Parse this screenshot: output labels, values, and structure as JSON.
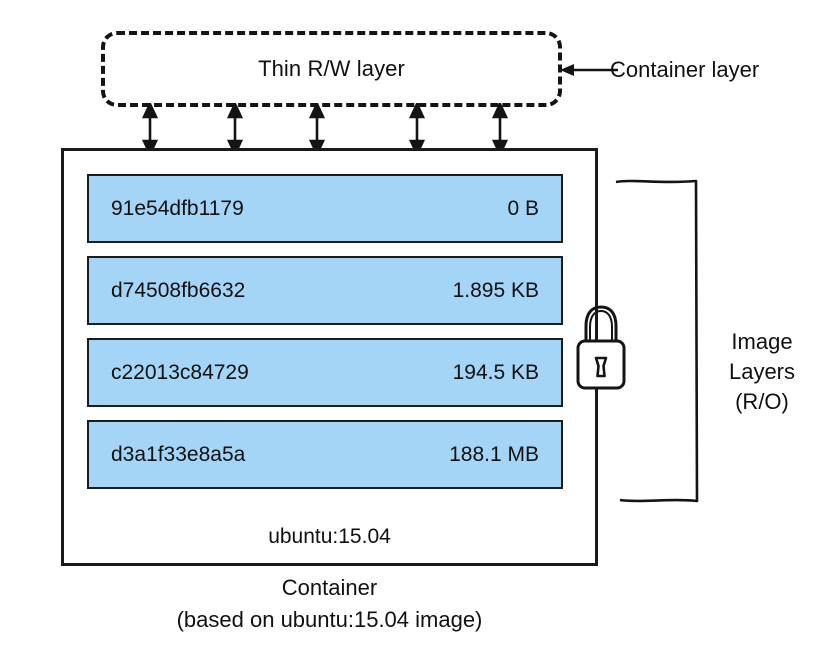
{
  "diagram": {
    "rw_layer": {
      "label": "Thin R/W layer"
    },
    "callouts": {
      "container_layer": "Container layer",
      "image_layers_line1": "Image",
      "image_layers_line2": "Layers",
      "image_layers_line3": "(R/O)"
    },
    "container": {
      "image_tag": "ubuntu:15.04",
      "caption_line1": "Container",
      "caption_line2": "(based on ubuntu:15.04 image)",
      "layers": [
        {
          "id": "91e54dfb1179",
          "size": "0 B"
        },
        {
          "id": "d74508fb6632",
          "size": "1.895 KB"
        },
        {
          "id": "c22013c84729",
          "size": "194.5 KB"
        },
        {
          "id": "d3a1f33e8a5a",
          "size": "188.1 MB"
        }
      ]
    },
    "icons": {
      "padlock": "padlock-icon"
    },
    "colors": {
      "layer_fill": "#a4d5f7",
      "stroke": "#1a1a1a",
      "background": "#ffffff"
    }
  }
}
